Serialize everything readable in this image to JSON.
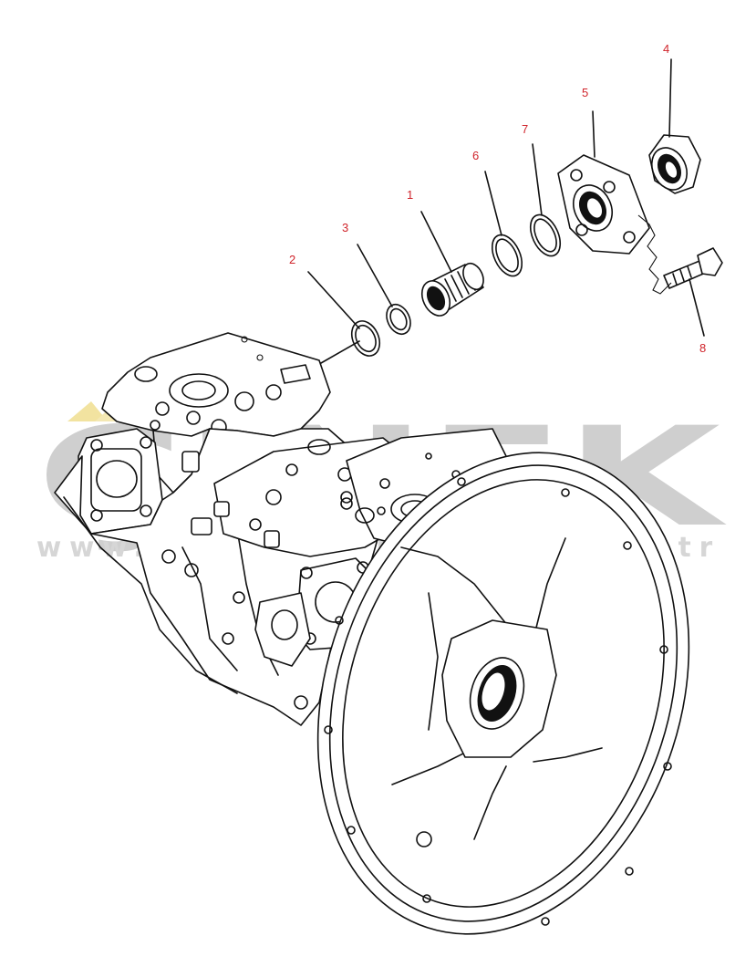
{
  "watermark": {
    "brand": "ÇINEK",
    "url": "www.cinekismakinalari.com.tr",
    "color": "#cfcfcf",
    "accent": "#f2e3a0"
  },
  "callouts": [
    {
      "id": "1",
      "label": "1"
    },
    {
      "id": "2",
      "label": "2"
    },
    {
      "id": "3",
      "label": "3"
    },
    {
      "id": "4",
      "label": "4"
    },
    {
      "id": "5",
      "label": "5"
    },
    {
      "id": "6",
      "label": "6"
    },
    {
      "id": "7",
      "label": "7"
    },
    {
      "id": "8",
      "label": "8"
    }
  ],
  "colors": {
    "label": "#d0242b",
    "line": "#111111"
  }
}
